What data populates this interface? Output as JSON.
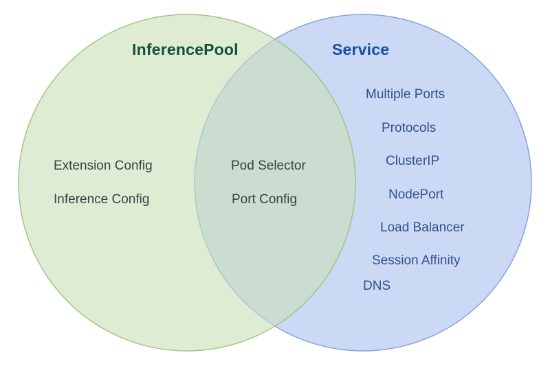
{
  "venn": {
    "left": {
      "title": "InferencePool",
      "items": [
        "Extension Config",
        "Inference Config"
      ]
    },
    "overlap": {
      "items": [
        "Pod Selector",
        "Port Config"
      ]
    },
    "right": {
      "title": "Service",
      "items": [
        "Multiple Ports",
        "Protocols",
        "ClusterIP",
        "NodePort",
        "Load Balancer",
        "Session Affinity",
        "DNS"
      ]
    },
    "colors": {
      "left_circle_fill": "#dfecd4",
      "left_circle_stroke": "#9cbf7e",
      "right_circle_fill": "#cbd9f4",
      "right_circle_stroke": "#84a2e2",
      "overlap_fill": "#caddd0",
      "left_title_text": "#15503a",
      "right_title_text": "#174ea6",
      "left_item_text": "#3c4043",
      "overlap_item_text": "#3c4043",
      "right_item_text": "#33518c"
    }
  }
}
